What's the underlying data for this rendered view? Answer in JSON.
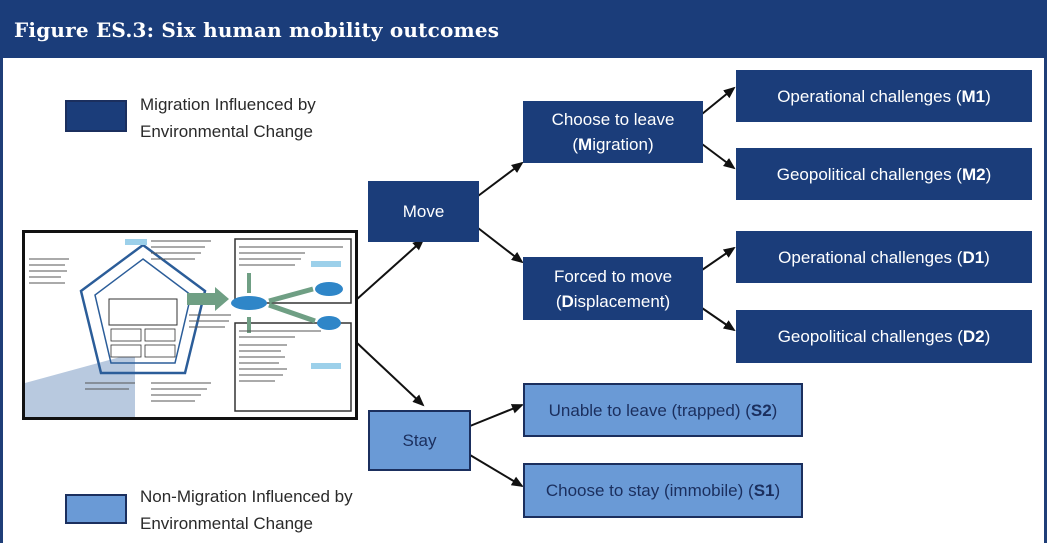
{
  "figure_title": "Figure ES.3: Six human mobility outcomes",
  "legend": {
    "migration": {
      "line1": "Migration Influenced by",
      "line2": "Environmental Change",
      "color": "#1b3d7a"
    },
    "non_migration": {
      "line1": "Non-Migration Influenced by",
      "line2": "Environmental Change",
      "color": "#6a9ad6"
    }
  },
  "nodes": {
    "move": "Move",
    "stay": "Stay",
    "choose_leave": {
      "line1": "Choose to leave",
      "open": "(",
      "bold": "M",
      "rest": "igration)"
    },
    "forced_move": {
      "line1": "Forced to move",
      "open": "(",
      "bold": "D",
      "rest": "isplacement)"
    },
    "m1": {
      "text": "Operational challenges (",
      "bold": "M1",
      "close": ")"
    },
    "m2": {
      "text": "Geopolitical challenges (",
      "bold": "M2",
      "close": ")"
    },
    "d1": {
      "text": "Operational challenges (",
      "bold": "D1",
      "close": ")"
    },
    "d2": {
      "text": "Geopolitical challenges (",
      "bold": "D2",
      "close": ")"
    },
    "s2": {
      "text": "Unable to leave (trapped) (",
      "bold": "S2",
      "close": ")"
    },
    "s1": {
      "text": "Choose to stay (immobile) (",
      "bold": "S1",
      "close": ")"
    }
  },
  "colors": {
    "dark": "#1b3d7a",
    "light": "#6a9ad6",
    "arrow": "#111111"
  }
}
